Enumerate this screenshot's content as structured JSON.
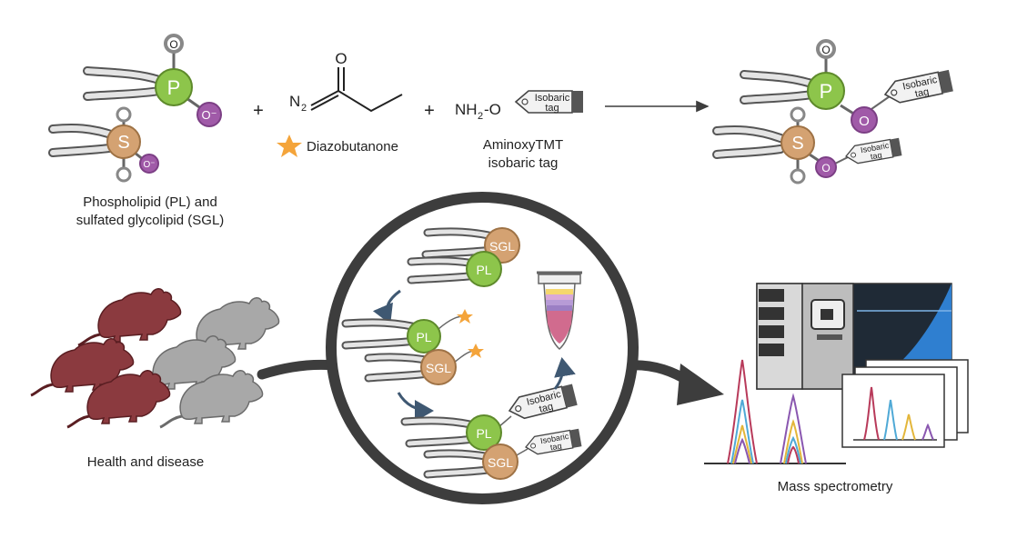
{
  "reactants": {
    "lipid_caption_line1": "Phospholipid (PL) and",
    "lipid_caption_line2": "sulfated glycolipid (SGL)",
    "plus": "+",
    "diazo_atom_main": "N",
    "diazo_atom_sub": "2",
    "carbonyl_atom": "O",
    "diazo_name": "Diazobutanone",
    "aminoxy_formula_main": "NH",
    "aminoxy_formula_sub": "2",
    "aminoxy_formula_tail": "-O",
    "aminoxy_name_line1": "AminoxyTMT",
    "aminoxy_name_line2": "isobaric tag"
  },
  "atoms": {
    "phosphorus": "P",
    "sulfur": "S",
    "oxygen": "O",
    "oxide": "O⁻"
  },
  "tag": {
    "line1": "Isobaric",
    "line2": "tag"
  },
  "circle_labels": {
    "sgl": "SGL",
    "pl": "PL"
  },
  "bottom": {
    "health_caption": "Health and disease",
    "ms_caption": "Mass spectrometry"
  },
  "colors": {
    "phosphorus": "#8dc54b",
    "sulfur": "#d4a272",
    "oxide": "#a05aa8",
    "star": "#f4a43a",
    "mouse_disease": "#8b3a3f",
    "mouse_health": "#a8a8a8",
    "arrow_dark": "#3d3d3d",
    "cycle_arrow": "#3f5872",
    "ms_blue": "#2f7fd0"
  },
  "icons": [
    "mouse-icon",
    "star-icon",
    "tube-icon",
    "mass-spectrometer-icon",
    "spectrum-icon"
  ]
}
